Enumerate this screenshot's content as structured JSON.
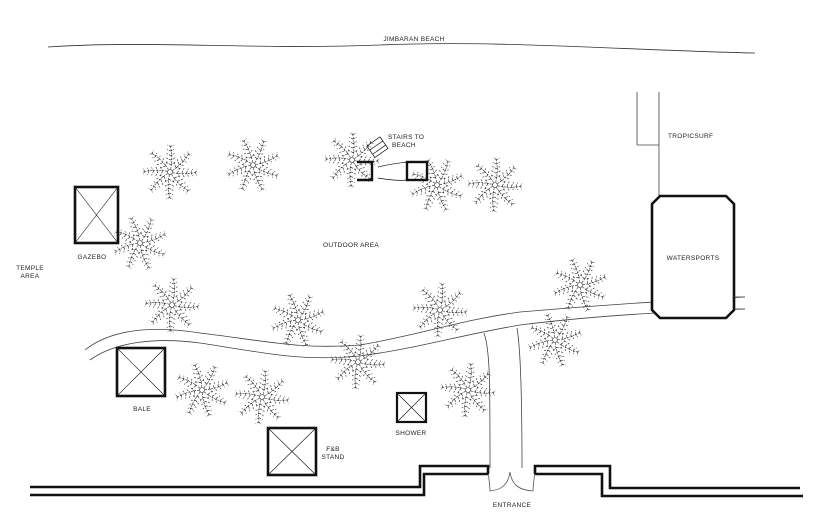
{
  "title": "Site Plan",
  "labels": {
    "beach": "JIMBARAN BEACH",
    "tropicsurf": "TROPICSURF",
    "stairs_line1": "STAIRS TO",
    "stairs_line2": "BEACH",
    "gazebo": "GAZEBO",
    "temple_line1": "TEMPLE",
    "temple_line2": "AREA",
    "outdoor": "OUTDOOR AREA",
    "watersports": "WATERSPORTS",
    "bale": "BALE",
    "shower": "SHOWER",
    "fb_line1": "F&B",
    "fb_line2": "STAND",
    "entrance": "ENTRANCE"
  },
  "colors": {
    "line": "#111111",
    "thin": "#555555"
  }
}
